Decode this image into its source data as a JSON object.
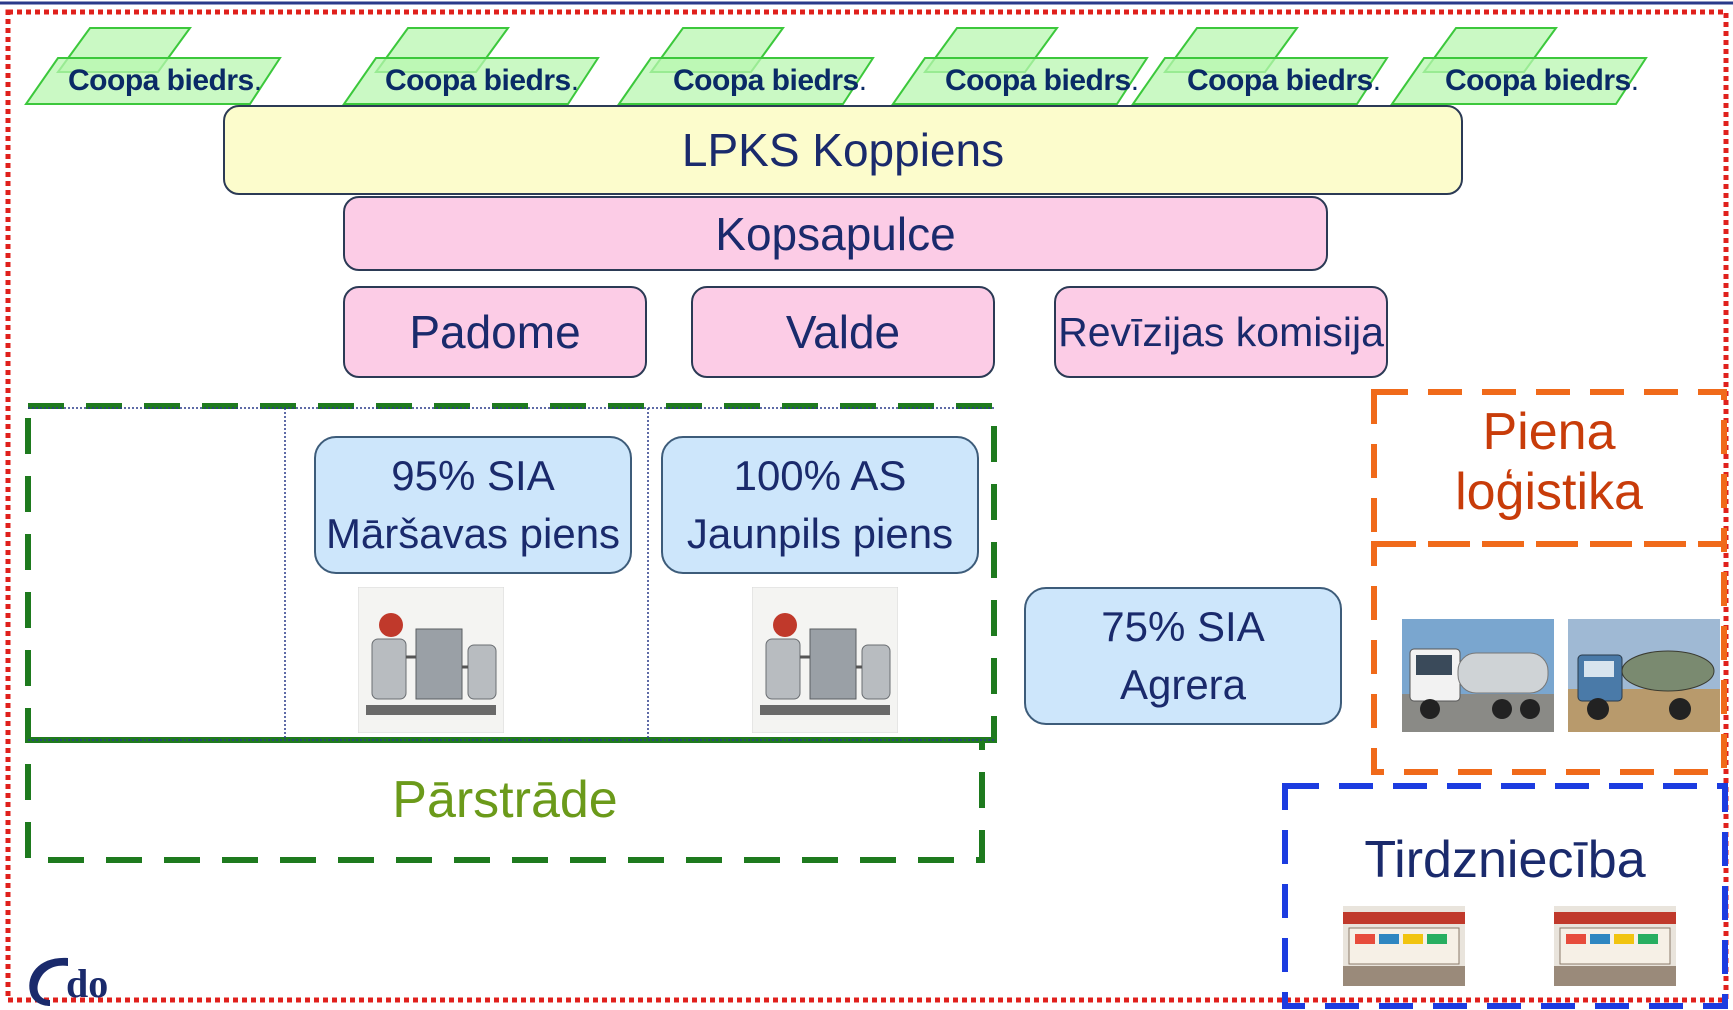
{
  "members": [
    {
      "label": "Coopa biedrs"
    },
    {
      "label": "Coopa biedrs"
    },
    {
      "label": "Coopa biedrs"
    },
    {
      "label": "Coopa biedrs"
    },
    {
      "label": "Coopa biedrs"
    },
    {
      "label": "Coopa biedrs"
    }
  ],
  "member_suffix": ".",
  "org": {
    "title": "LPKS Koppiens",
    "assembly": "Kopsapulce",
    "bodies": [
      "Padome",
      "Valde",
      "Revīzijas komisija"
    ]
  },
  "subsidiaries": [
    {
      "line1": "95% SIA",
      "line2": "Māršavas piens"
    },
    {
      "line1": "100% AS",
      "line2": "Jaunpils piens"
    },
    {
      "line1": "75% SIA",
      "line2": "Agrera"
    }
  ],
  "sections": {
    "processing": "Pārstrāde",
    "logistics_line1": "Piena",
    "logistics_line2": "loģistika",
    "trade": "Tirdzniecība"
  },
  "logo_text": "do",
  "colors": {
    "outer_border": "#e0201c",
    "processing": "#1e7a1e",
    "processing_text": "#6b9a1a",
    "logistics": "#f06a1a",
    "logistics_text": "#c83c0a",
    "trade": "#1c3ce0",
    "title_box": "#fcfccc",
    "pink_box": "#fccce6",
    "sub_box": "#cde6fb",
    "member_fill": "#b8f7b0",
    "member_stroke": "#3cc83c"
  }
}
